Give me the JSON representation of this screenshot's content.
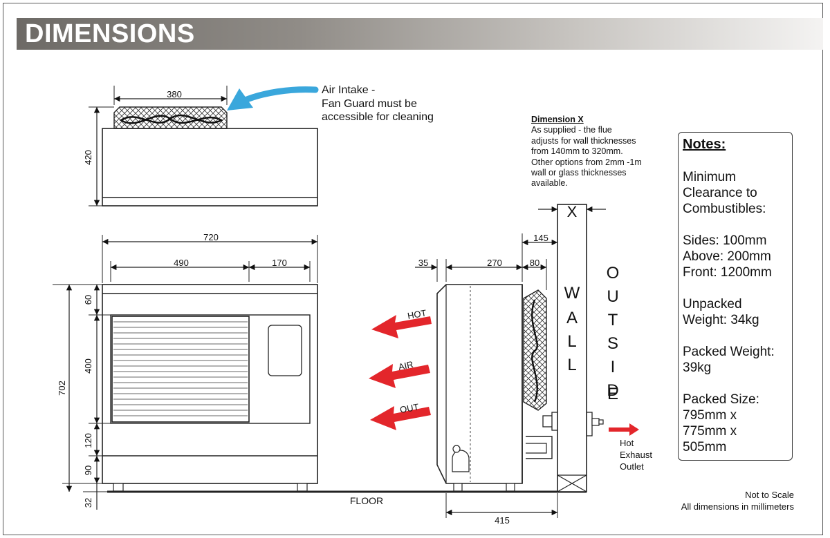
{
  "header": {
    "title": "DIMENSIONS"
  },
  "top_view": {
    "width_label": "380",
    "height_label": "420",
    "intake_note": "Air Intake -\nFan Guard must be\naccessible for cleaning"
  },
  "front_view": {
    "total_width": "720",
    "panel_width": "490",
    "control_width": "170",
    "total_height": "702",
    "seg_top": "60",
    "seg_panel": "400",
    "seg_lower": "120",
    "seg_base": "90",
    "feet": "32"
  },
  "side_view": {
    "dim_35": "35",
    "dim_270": "270",
    "dim_80": "80",
    "dim_145": "145",
    "dim_415": "415",
    "x_label": "X",
    "arrow_labels": [
      "HOT",
      "AIR",
      "OUT"
    ],
    "wall_label": [
      "W",
      "A",
      "L",
      "L"
    ],
    "outside_label": [
      "O",
      "U",
      "T",
      "S",
      "I",
      "D",
      "E"
    ],
    "exhaust_note": [
      "Hot",
      "Exhaust",
      "Outlet"
    ],
    "floor_label": "FLOOR"
  },
  "dimension_x": {
    "title": "Dimension X",
    "text": "As supplied - the flue\nadjusts for wall thicknesses\nfrom 140mm to 320mm.\nOther options from 2mm -1m\nwall or glass thicknesses\navailable."
  },
  "notes": {
    "title": "Notes:",
    "items": [
      "Minimum\nClearance to\nCombustibles:",
      "Sides: 100mm\nAbove: 200mm\nFront: 1200mm",
      "Unpacked\nWeight: 34kg",
      "Packed Weight:\n39kg",
      "Packed Size:\n795mm x\n775mm x\n505mm"
    ]
  },
  "footer": {
    "line1": "Not to Scale",
    "line2": "All dimensions in millimeters"
  },
  "colors": {
    "arrow_red": "#e3262b",
    "arrow_blue": "#3aa7dc",
    "header_start": "#6d6a66"
  }
}
